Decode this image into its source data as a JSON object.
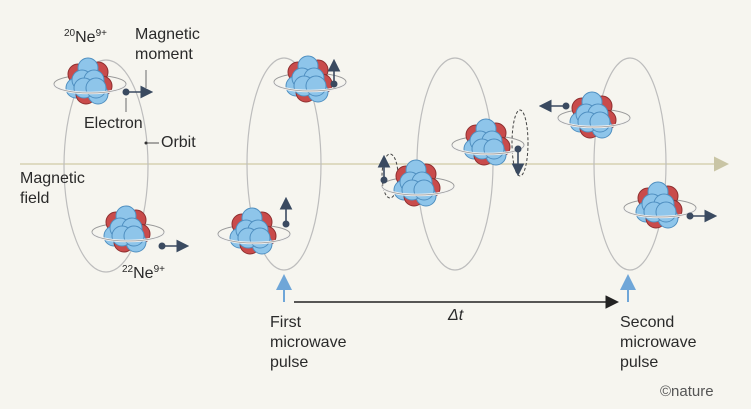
{
  "labels": {
    "ne20_mass": "20",
    "ne20_symbol": "Ne",
    "ne20_charge": "9+",
    "ne22_mass": "22",
    "ne22_symbol": "Ne",
    "ne22_charge": "9+",
    "magnetic_moment_1": "Magnetic",
    "magnetic_moment_2": "moment",
    "electron": "Electron",
    "orbit": "Orbit",
    "magnetic_field_1": "Magnetic",
    "magnetic_field_2": "field",
    "delta_t": "Δt",
    "first_pulse": [
      "First",
      "microwave",
      "pulse"
    ],
    "second_pulse": [
      "Second",
      "microwave",
      "pulse"
    ],
    "credit": "©nature"
  },
  "colors": {
    "background": "#f6f5ef",
    "proton": "#c94b4b",
    "neutron": "#8ec5ea",
    "arrow": "#3a4a60",
    "field": "#d6d2b2",
    "pulse": "#6fa6d8"
  }
}
